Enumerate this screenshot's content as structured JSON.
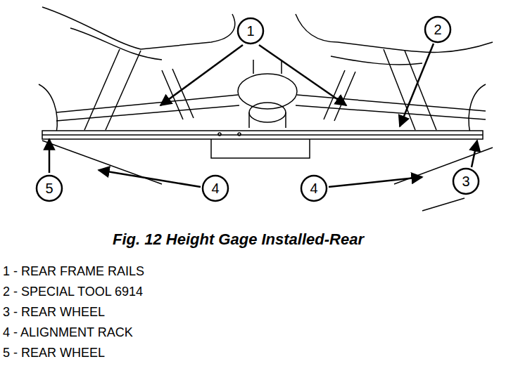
{
  "diagram": {
    "caption": "Fig. 12 Height Gage Installed-Rear",
    "nodes": [
      {
        "text": [
          "1"
        ]
      },
      {
        "text": [
          "2"
        ]
      },
      {
        "text": [
          "5"
        ]
      },
      {
        "text": [
          "4"
        ]
      },
      {
        "text": [
          "4"
        ]
      },
      {
        "text": [
          "3"
        ]
      }
    ],
    "labels": [
      "1 - REAR FRAME RAILS",
      "2 - SPECIAL TOOL 6914",
      "3 - REAR WHEEL",
      "4 - ALIGNMENT RACK",
      "5 - REAR WHEEL"
    ]
  }
}
